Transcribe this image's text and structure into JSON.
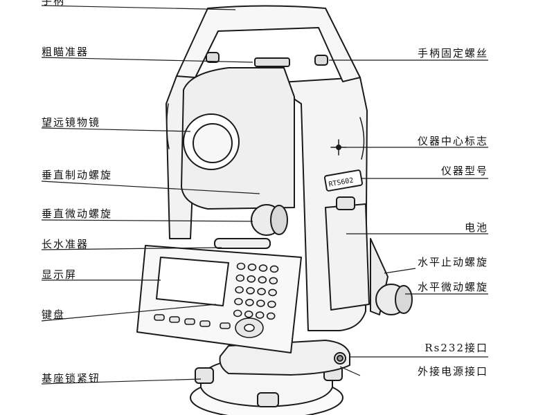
{
  "diagram": {
    "labels_left": [
      "手柄",
      "粗瞄准器",
      "望远镜物镜",
      "垂直制动螺旋",
      "垂直微动螺旋",
      "长水准器",
      "显示屏",
      "键盘",
      "基座锁紧钮"
    ],
    "labels_right": [
      "手柄固定螺丝",
      "仪器中心标志",
      "仪器型号",
      "电池",
      "水平止动螺旋",
      "水平微动螺旋",
      "Rs232接口",
      "外接电源接口"
    ],
    "model_plate": "RTS602"
  }
}
